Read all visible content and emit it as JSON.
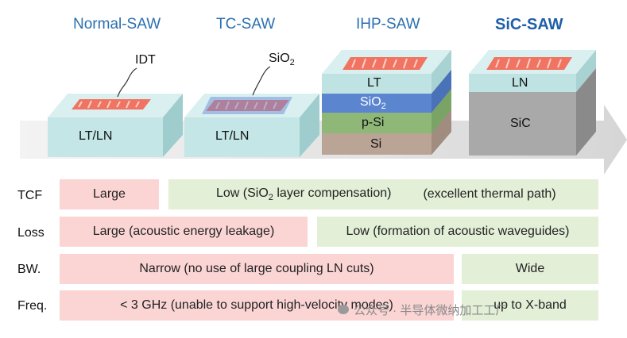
{
  "columns": [
    {
      "title": "Normal-SAW",
      "label": "LT/LN",
      "callout": "IDT"
    },
    {
      "title": "TC-SAW",
      "label": "LT/LN",
      "callout_main": "SiO",
      "callout_sub": "2"
    },
    {
      "title": "IHP-SAW",
      "layers": [
        {
          "text": "LT"
        },
        {
          "text": "SiO",
          "sub": "2"
        },
        {
          "text": "p-Si"
        },
        {
          "text": "Si"
        }
      ]
    },
    {
      "title": "SiC-SAW",
      "layers": [
        {
          "text": "LN"
        },
        {
          "text": "SiC"
        }
      ]
    }
  ],
  "rows": [
    {
      "label": "TCF",
      "cells": [
        {
          "text": "Large"
        },
        {
          "pre": "Low (SiO",
          "sub": "2",
          "post": " layer compensation)"
        },
        {
          "text": "(excellent thermal path)"
        }
      ]
    },
    {
      "label": "Loss",
      "cells": [
        {
          "text": "Large (acoustic energy leakage)"
        },
        {
          "text": "Low (formation of acoustic waveguides)"
        }
      ]
    },
    {
      "label": "BW.",
      "cells": [
        {
          "text": "Narrow (no use of large coupling LN cuts)"
        },
        {
          "text": "Wide"
        }
      ]
    },
    {
      "label": "Freq.",
      "cells": [
        {
          "text": "< 3 GHz (unable to support high-velocity modes)"
        },
        {
          "text": "up to X-band"
        }
      ]
    }
  ],
  "watermark": "公众号 · 半导体微纳加工工厂",
  "colors": {
    "title_blue": "#2b6fb0",
    "pink_cell": "#fbd4d4",
    "green_cell": "#e3efd7",
    "lt_layer": "#bfe3e3",
    "sio2_layer": "#5b86cf",
    "psi_layer": "#8fb878",
    "si_layer": "#b9a496",
    "sic_layer": "#a9a9a9",
    "idt_electrode": "#f07461"
  }
}
